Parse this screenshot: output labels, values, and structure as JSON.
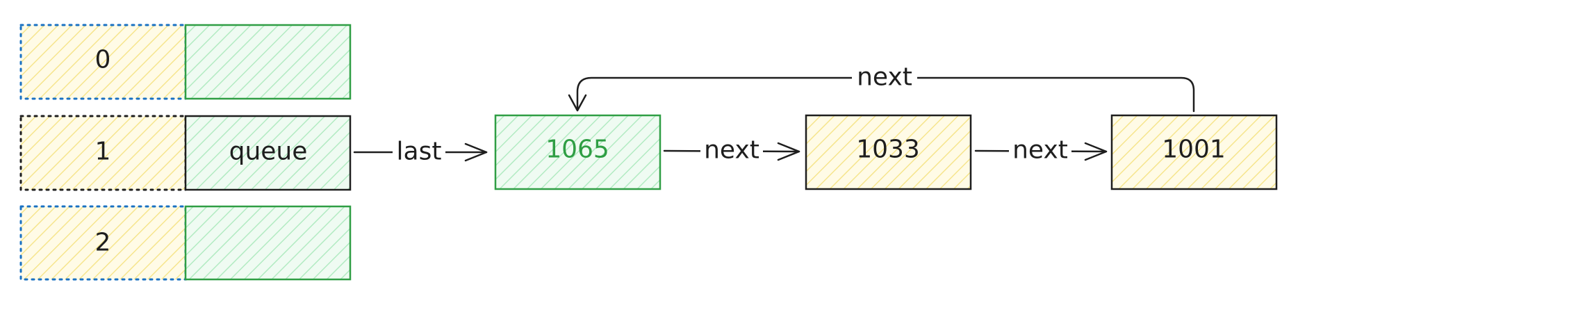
{
  "colors": {
    "yellow_fill": "#fdeea0",
    "yellow_stroke": "#e8d37a",
    "green_fill": "#c3f0cf",
    "green_stroke": "#2f9e44",
    "green_text": "#2f9e44",
    "ink": "#1e1e1e",
    "blue_dotted": "#1971c2"
  },
  "table": {
    "rows": [
      {
        "index": "0",
        "value": ""
      },
      {
        "index": "1",
        "value": "queue"
      },
      {
        "index": "2",
        "value": ""
      }
    ]
  },
  "edges": {
    "last_label": "last",
    "next_1_label": "next",
    "next_2_label": "next",
    "back_label": "next"
  },
  "nodes": [
    {
      "value": "1065"
    },
    {
      "value": "1033"
    },
    {
      "value": "1001"
    }
  ]
}
